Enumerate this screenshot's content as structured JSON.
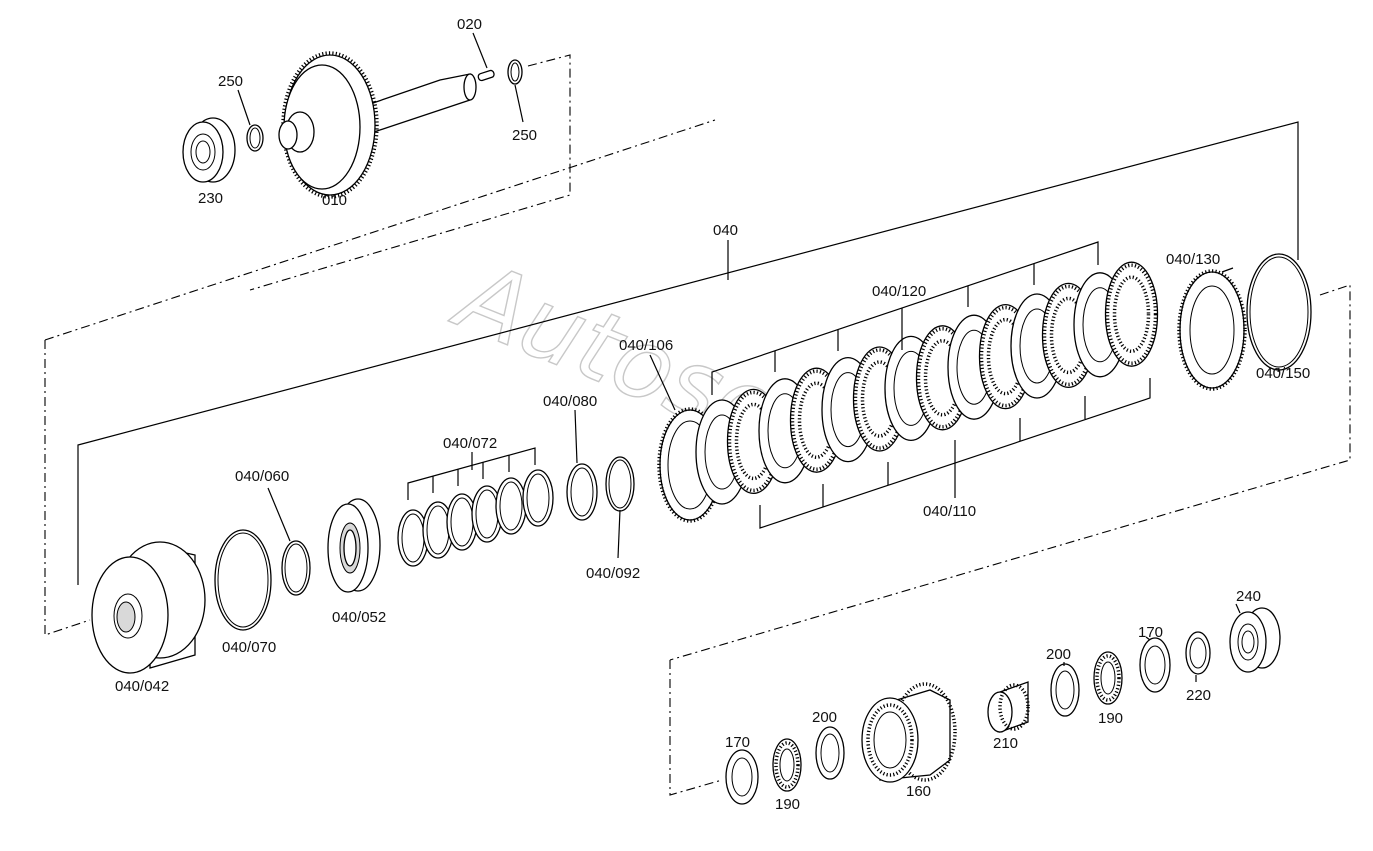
{
  "watermark": "Autosoft",
  "labels": {
    "p010": "010",
    "p020": "020",
    "p250a": "250",
    "p250b": "250",
    "p230": "230",
    "p040": "040",
    "p040_130": "040/130",
    "p040_120": "040/120",
    "p040_150": "040/150",
    "p040_106": "040/106",
    "p040_080": "040/080",
    "p040_072": "040/072",
    "p040_060": "040/060",
    "p040_110": "040/110",
    "p040_092": "040/092",
    "p040_052": "040/052",
    "p040_070": "040/070",
    "p040_042": "040/042",
    "p240": "240",
    "p170a": "170",
    "p170b": "170",
    "p200a": "200",
    "p200b": "200",
    "p190a": "190",
    "p190b": "190",
    "p220": "220",
    "p210": "210",
    "p160": "160"
  }
}
